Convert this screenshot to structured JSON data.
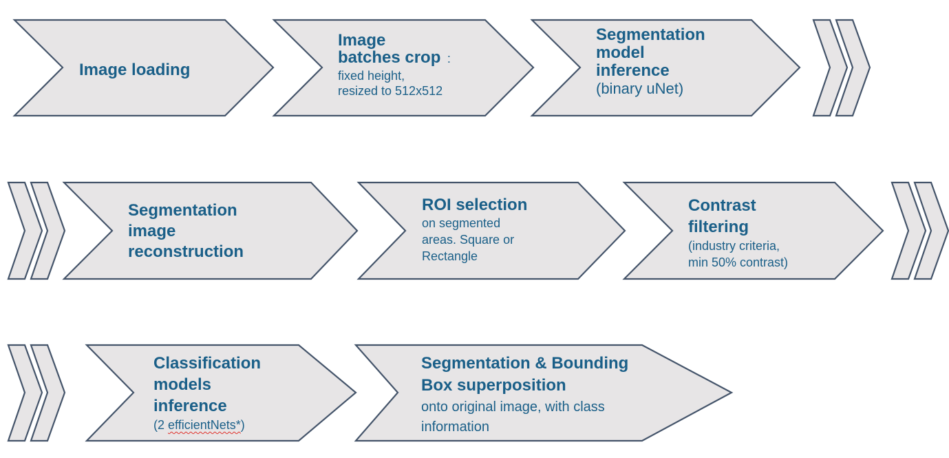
{
  "diagram": {
    "type": "process-flow",
    "colors": {
      "fill": "#e7e5e6",
      "stroke": "#44546a",
      "text": "#1a5f88",
      "spellcheck_underline": "#e0302a"
    },
    "rows": [
      {
        "steps": [
          {
            "title": "Image loading",
            "detail": ""
          },
          {
            "title_line1": "Image",
            "title_line2": "batches crop",
            "separator": ":",
            "detail": "fixed height,\nresized to 512x512"
          },
          {
            "title": "Segmentation\nmodel\ninference",
            "detail": "(binary uNet)"
          }
        ],
        "continuation": "double-chevron"
      },
      {
        "steps": [
          {
            "title": "Segmentation\nimage\nreconstruction",
            "detail": ""
          },
          {
            "title": "ROI selection",
            "detail": "on segmented\nareas. Square or\nRectangle"
          },
          {
            "title": "Contrast\nfiltering",
            "detail": "(industry criteria,\nmin 50% contrast)"
          }
        ],
        "continuation": "double-chevron"
      },
      {
        "steps": [
          {
            "title": "Classification\nmodels\ninference",
            "detail_prefix": "(2 ",
            "detail_flagged": "efficientNets*",
            "detail_suffix": ")"
          },
          {
            "title": "Segmentation & Bounding\nBox superposition",
            "detail": "onto original image, with class\ninformation"
          }
        ],
        "continuation": ""
      }
    ]
  }
}
